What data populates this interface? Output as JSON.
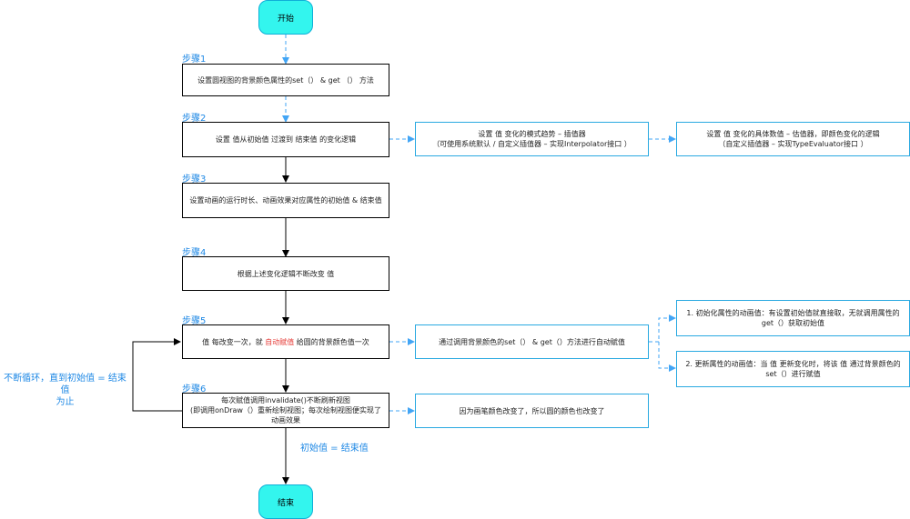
{
  "start": "开始",
  "end": "结束",
  "steps": {
    "s1": "步骤1",
    "s2": "步骤2",
    "s3": "步骤3",
    "s4": "步骤4",
    "s5": "步骤5",
    "s6": "步骤6"
  },
  "boxes": {
    "b1": "设置圆视图的背景颜色属性的set（） & get （） 方法",
    "b2": "设置 值从初始值 过渡到 结束值 的变化逻辑",
    "b3": "设置动画的运行时长、动画效果对应属性的初始值 & 结束值",
    "b4": "根据上述变化逻辑不断改变 值",
    "b5_pre": "值 每改变一次，就 ",
    "b5_red": "自动赋值",
    "b5_post": " 给圆的背景颜色值一次",
    "b6_l1": "每次赋值调用invalidate()不断刷新视图",
    "b6_l2": "(即调用onDraw（）重新绘制视图；每次绘制视图便实现了",
    "b6_l3": "动画效果"
  },
  "side": {
    "interp_l1": "设置 值 变化的模式趋势 – 插值器",
    "interp_l2": "（可使用系统默认 / 自定义插值器 – 实现Interpolator接口 ）",
    "eval_l1": "设置 值 变化的具体数值 – 估值器，即颜色变化的逻辑",
    "eval_l2": "（自定义插值器 – 实现TypeEvaluator接口 ）",
    "assign": "通过调用背景颜色的set（） & get（）方法进行自动赋值",
    "init_l1": "1. 初始化属性的动画值：有设置初始值就直接取，无就调用属性的",
    "init_l2": "get（）获取初始值",
    "update_l1": "2. 更新属性的动画值：当 值 更新变化时，将该 值 通过背景颜色的",
    "update_l2": "set（）进行赋值",
    "color": "因为画笔颜色改变了，所以圆的颜色也改变了"
  },
  "notes": {
    "loop_l1": "不断循环，直到初始值 = 结束值",
    "loop_l2": "为止",
    "stop": "初始值 = 结束值"
  },
  "colors": {
    "terminal_fill": "#33f5ee",
    "step_label": "#1e88e5",
    "side_border": "#29a9e1",
    "highlight": "#e53935"
  }
}
